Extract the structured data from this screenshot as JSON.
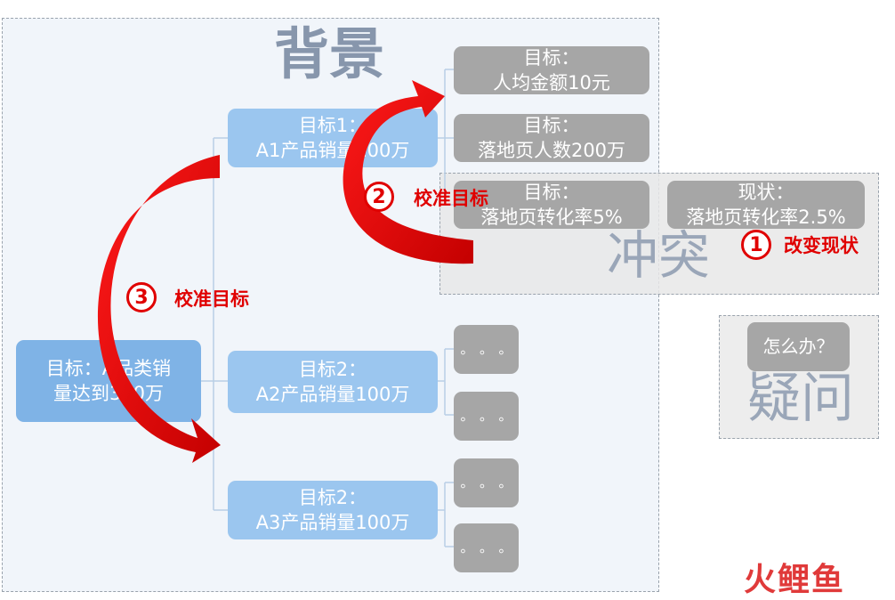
{
  "background_label": "背景",
  "conflict_label": "冲突",
  "question_label": "疑问",
  "root": {
    "line1": "目标：A品类销",
    "line2": "量达到300万"
  },
  "level1": [
    {
      "line1": "目标1：",
      "line2": "A1产品销量100万"
    },
    {
      "line1": "目标2：",
      "line2": "A2产品销量100万"
    },
    {
      "line1": "目标2：",
      "line2": "A3产品销量100万"
    }
  ],
  "level2": [
    {
      "line1": "目标：",
      "line2": "人均金额10元"
    },
    {
      "line1": "目标：",
      "line2": "落地页人数200万"
    },
    {
      "line1": "目标：",
      "line2": "落地页转化率5%"
    }
  ],
  "status": {
    "line1": "现状：",
    "line2": "落地页转化率2.5%"
  },
  "question_box": "怎么办？",
  "placeholder_dots": "。。。",
  "annotations": [
    {
      "number": "1",
      "text": "改变现状"
    },
    {
      "number": "2",
      "text": "校准目标"
    },
    {
      "number": "3",
      "text": "校准目标"
    }
  ],
  "watermark": "火鲤鱼",
  "colors": {
    "accent_red": "#e00000",
    "box_blue": "#9bc6ef",
    "box_gray": "#a6a6a6",
    "label_slate": "#8796ac"
  }
}
